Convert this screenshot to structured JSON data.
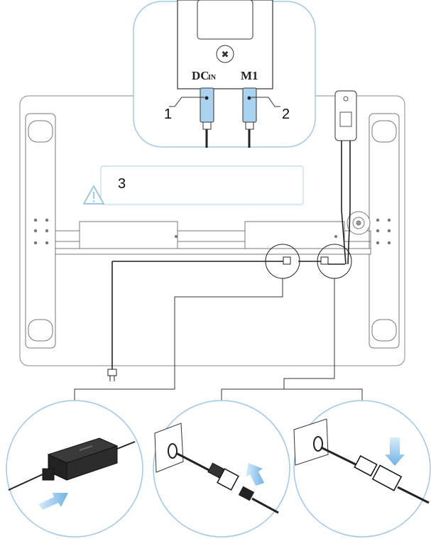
{
  "callouts": {
    "one": "1",
    "two": "2",
    "three": "3"
  },
  "ports": {
    "dc_label": "DC",
    "dc_sub": "IN",
    "m1_label": "M1"
  },
  "warning": {
    "icon": "warning-triangle-icon",
    "text": ""
  },
  "colors": {
    "connector_blue": "#a9d3ee",
    "bubble_border": "#9ec8e6",
    "arrow_blue": "#8fc3ea",
    "line": "#333333"
  }
}
